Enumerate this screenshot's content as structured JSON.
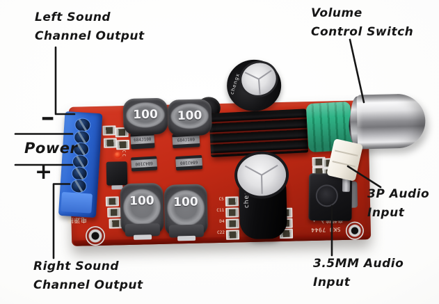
{
  "annotations": {
    "left_output": {
      "line1": "Left Sound",
      "line2": "Channel Output"
    },
    "volume": {
      "line1": "Volume",
      "line2": "Control Switch"
    },
    "power": {
      "label": "Power",
      "minus": "-",
      "plus": "+"
    },
    "audio_3p": {
      "line1": "3P Audio",
      "line2": "Input"
    },
    "audio_35mm": {
      "line1": "3.5MM Audio",
      "line2": "Input"
    },
    "right_output": {
      "line1": "Right Sound",
      "line2": "Channel Output"
    }
  },
  "board": {
    "inductor_label": "100",
    "film_cap_label": "684J100",
    "cap_brand": "chengx",
    "silk": {
      "sku": "SKU 7944",
      "audio_input_cn": "音频输入 ▲",
      "power_cn": "电源接",
      "rail": "VCC GND",
      "smd_refs": [
        "C5",
        "C11",
        "D4",
        "C22"
      ]
    }
  },
  "colors": {
    "pcb_red": "#c22717",
    "terminal_blue": "#2f6fd6",
    "inductor_gray": "#8e8f92",
    "pot_green": "#2cb384",
    "heatsink_black": "#0d0d0d",
    "knob_chrome": "#d6d6d9",
    "annotation_ink": "#161616",
    "background": "#fbfbfa"
  }
}
